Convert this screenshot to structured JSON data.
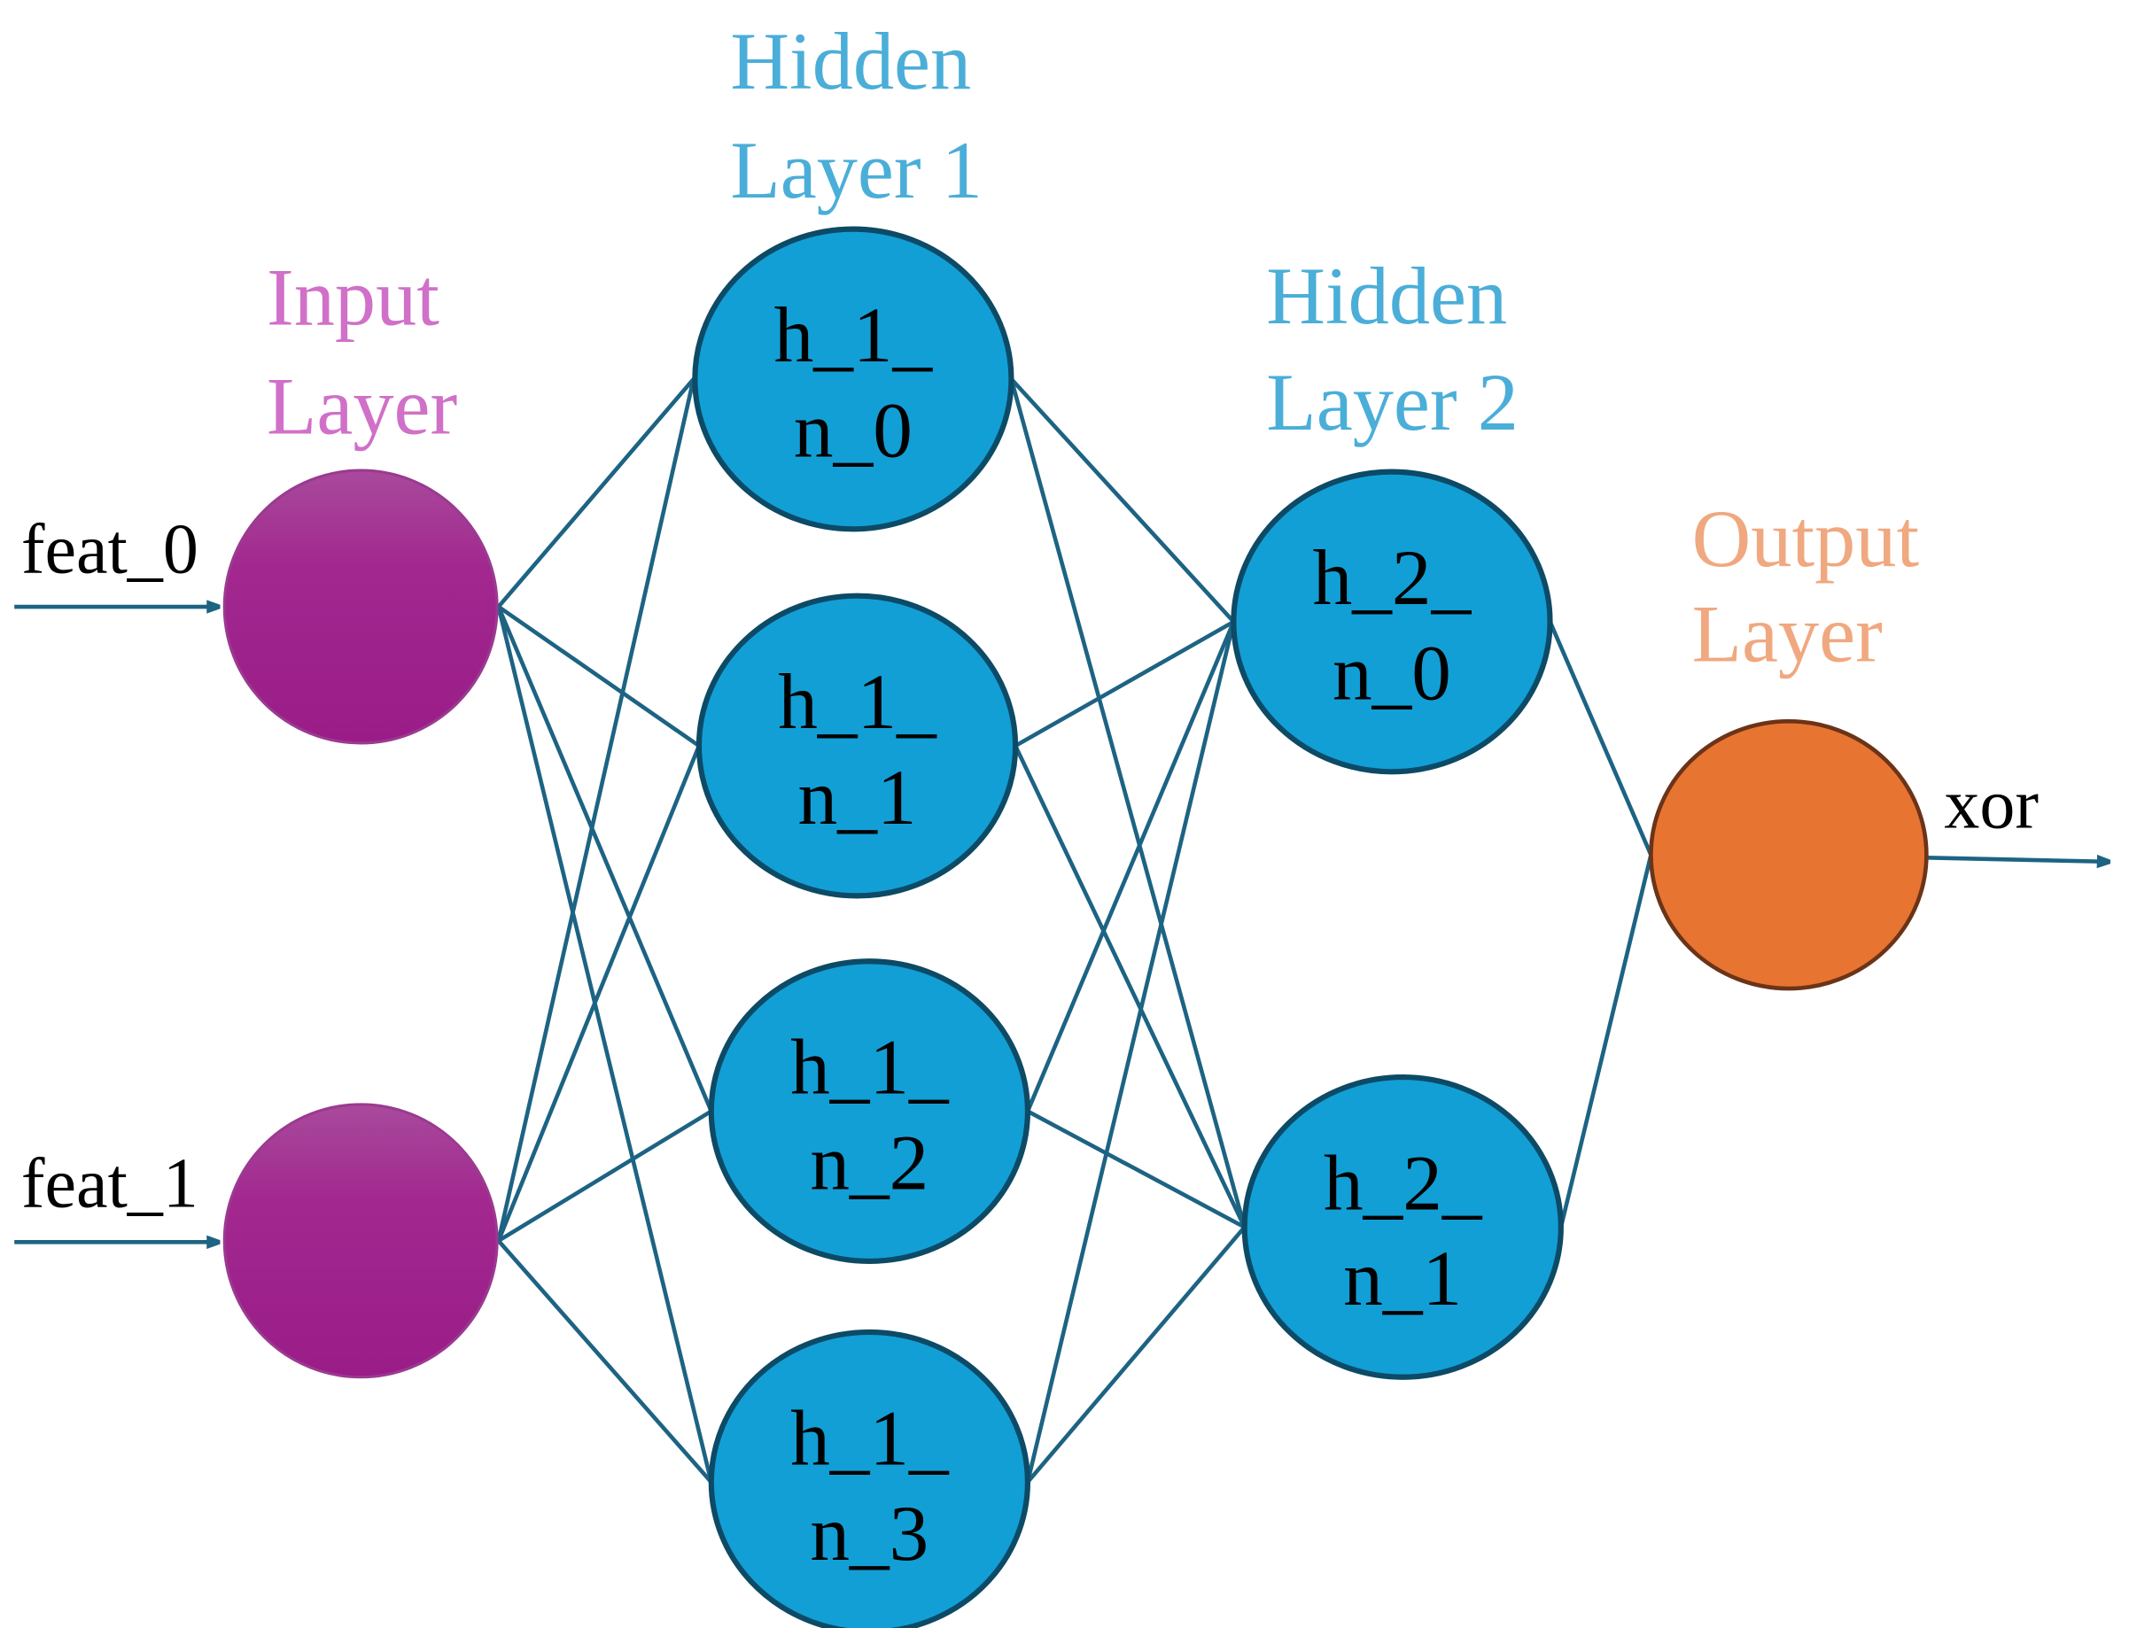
{
  "colors": {
    "input_node": "#a0228f",
    "hidden_node": "#129fd6",
    "hidden_node_border": "#0c4a66",
    "output_node": "#e87432",
    "output_node_border": "#6b3418",
    "edge": "#1d6383",
    "input_title": "#d070c8",
    "hidden_title": "#4aaed8",
    "output_title": "#f0a880"
  },
  "layers": {
    "input": {
      "title_line1": "Input",
      "title_line2": "Layer"
    },
    "hidden1": {
      "title_line1": "Hidden",
      "title_line2": "Layer 1"
    },
    "hidden2": {
      "title_line1": "Hidden",
      "title_line2": "Layer 2"
    },
    "output": {
      "title_line1": "Output",
      "title_line2": "Layer"
    }
  },
  "inputs": [
    "feat_0",
    "feat_1"
  ],
  "output_label": "xor",
  "hidden1_nodes": [
    {
      "line1": "h_1_",
      "line2": "n_0"
    },
    {
      "line1": "h_1_",
      "line2": "n_1"
    },
    {
      "line1": "h_1_",
      "line2": "n_2"
    },
    {
      "line1": "h_1_",
      "line2": "n_3"
    }
  ],
  "hidden2_nodes": [
    {
      "line1": "h_2_",
      "line2": "n_0"
    },
    {
      "line1": "h_2_",
      "line2": "n_1"
    }
  ]
}
